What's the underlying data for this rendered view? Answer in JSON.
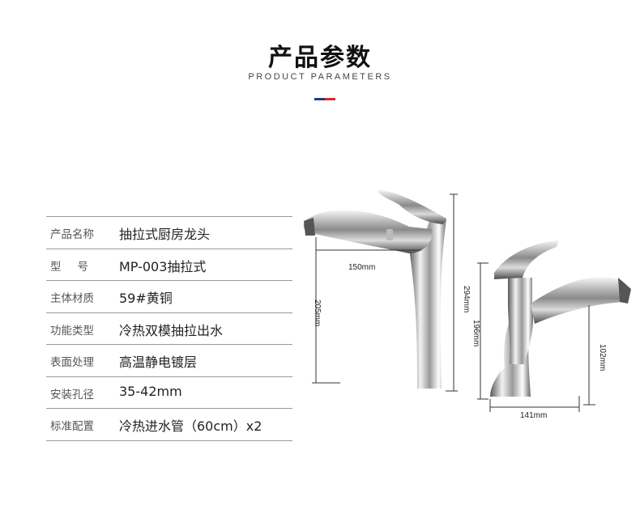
{
  "header": {
    "title": "产品参数",
    "subtitle": "PRODUCT  PARAMETERS",
    "accent_colors": [
      "#1f3a8f",
      "#e0262a"
    ]
  },
  "specs": [
    {
      "label": "产品名称",
      "value": "抽拉式厨房龙头"
    },
    {
      "label": "型号",
      "value": "MP-003抽拉式"
    },
    {
      "label": "主体材质",
      "value": "59#黄铜"
    },
    {
      "label": "功能类型",
      "value": "冷热双模抽拉出水"
    },
    {
      "label": "表面处理",
      "value": "高温静电镀层"
    },
    {
      "label": "安装孔径",
      "value": "35-42mm"
    },
    {
      "label": "标准配置",
      "value": "冷热进水管（60cm）x2"
    }
  ],
  "dimensions": {
    "tall_faucet": {
      "reach": "150mm",
      "height": "294mm",
      "spout_height": "205mm"
    },
    "short_faucet": {
      "height": "196mm",
      "reach": "141mm",
      "spout_height": "102mm"
    }
  }
}
